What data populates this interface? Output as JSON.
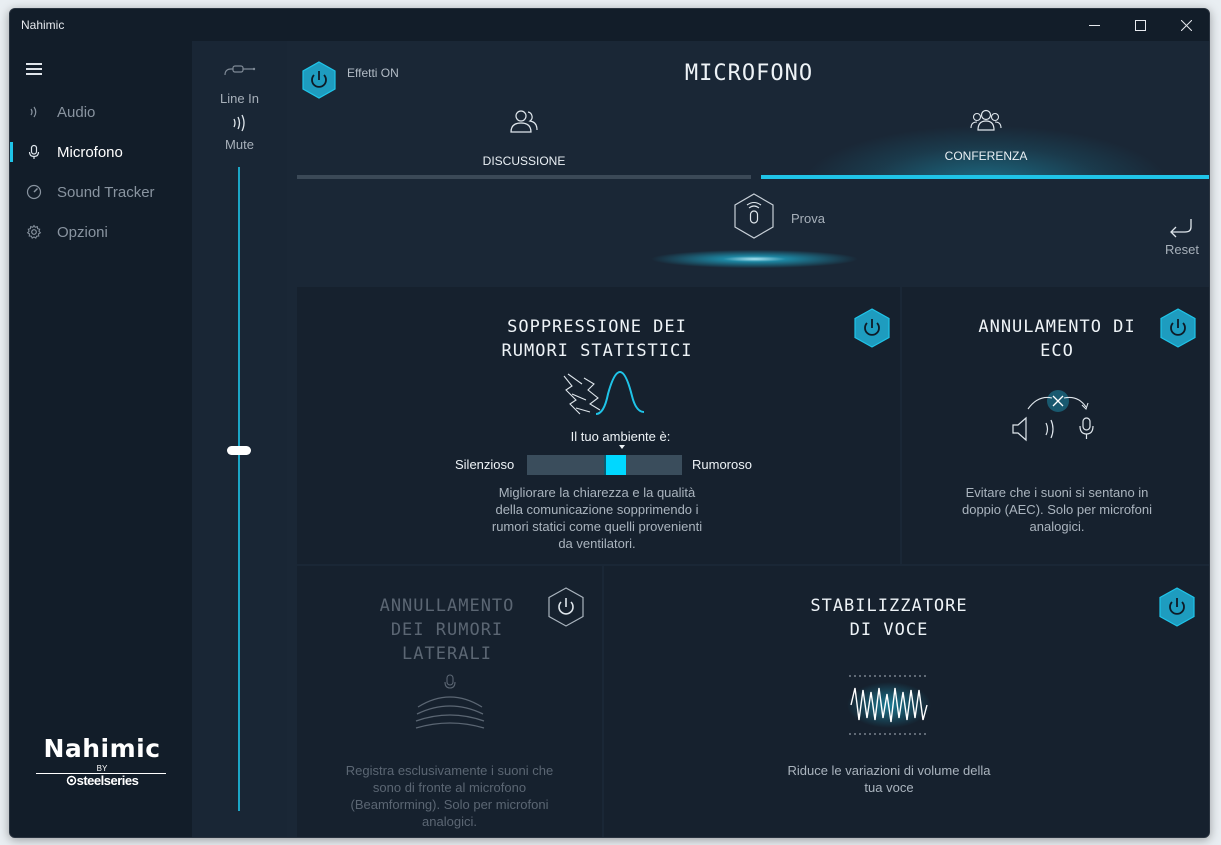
{
  "window": {
    "title": "Nahimic"
  },
  "sidebar": {
    "items": [
      {
        "label": "Audio",
        "icon": "audio-icon"
      },
      {
        "label": "Microfono",
        "icon": "microphone-icon",
        "active": true
      },
      {
        "label": "Sound Tracker",
        "icon": "sound-tracker-icon"
      },
      {
        "label": "Opzioni",
        "icon": "gear-icon"
      }
    ],
    "brand": {
      "logo": "Nahimic",
      "by": "BY",
      "partner": "steelseries"
    }
  },
  "volume": {
    "input_label": "Line In",
    "mute_label": "Mute",
    "level": 0.56
  },
  "header": {
    "effects_label": "Effetti ON",
    "title": "MICROFONO"
  },
  "tabs": [
    {
      "label": "DISCUSSIONE",
      "active": false
    },
    {
      "label": "CONFERENZA",
      "active": true
    }
  ],
  "test": {
    "label": "Prova",
    "reset_label": "Reset"
  },
  "panels": {
    "noise_suppression": {
      "title_line1": "SOPPRESSIONE DEI",
      "title_line2": "RUMORI STATISTICI",
      "env_label": "Il tuo ambiente è:",
      "left_label": "Silenzioso",
      "right_label": "Rumoroso",
      "level": 0.57,
      "desc": [
        "Migliorare la chiarezza e la qualità",
        "della comunicazione sopprimendo i",
        "rumori statici come quelli provenienti",
        "da ventilatori."
      ],
      "enabled": true
    },
    "echo_cancel": {
      "title_line1": "ANNULAMENTO DI",
      "title_line2": "ECO",
      "desc": [
        "Evitare che i suoni si sentano in",
        "doppio (AEC). Solo per microfoni",
        "analogici."
      ],
      "enabled": true
    },
    "side_noise": {
      "title_line1": "ANNULLAMENTO",
      "title_line2": "DEI RUMORI",
      "title_line3": "LATERALI",
      "desc": [
        "Registra esclusivamente i suoni che",
        "sono di fronte al microfono",
        "(Beamforming). Solo per microfoni",
        "analogici."
      ],
      "enabled": false
    },
    "voice_stabilizer": {
      "title_line1": "STABILIZZATORE",
      "title_line2": "DI VOCE",
      "desc": [
        "Riduce le variazioni di volume della",
        "tua voce"
      ],
      "enabled": true
    }
  },
  "colors": {
    "accent": "#1fc4e8",
    "background": "#121d29",
    "panel": "#16212e"
  }
}
